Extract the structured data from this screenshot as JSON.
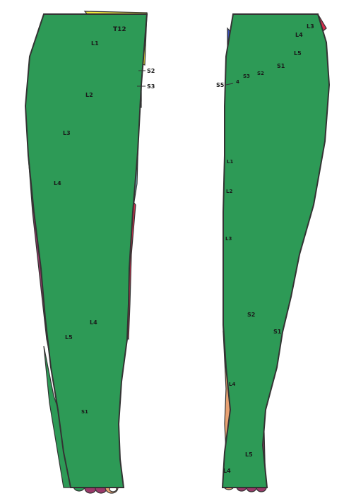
{
  "figure": {
    "colors": {
      "T12": "#efe53a",
      "L1": "#9cc33b",
      "L2": "#8fd0e2",
      "L3": "#d32f4e",
      "L4": "#e8a172",
      "L5": "#9a3a6a",
      "S1": "#2d9a56",
      "S2": "#3a4fb2",
      "S3": "#9d5f86",
      "S4": "#2b2b5e",
      "S5": "#3a3a6a",
      "outline": "#333333",
      "paper": "#fafafa"
    },
    "anterior_labels": {
      "t12": "T12",
      "l1": "L1",
      "l2": "L2",
      "l3": "L3",
      "l4_thigh": "L4",
      "l4_shin": "L4",
      "l5": "L5",
      "s2": "S2",
      "s3": "S3",
      "s1": "S1"
    },
    "posterior_labels": {
      "l3_top": "L3",
      "l4_top": "L4",
      "l5_top": "L5",
      "s1_top": "S1",
      "s2_top": "S2",
      "s3_top": "S3",
      "s4": "4",
      "s5": "S5",
      "l1": "L1",
      "l2": "L2",
      "l3_mid": "L3",
      "s2_calf": "S2",
      "s1_calf": "S1",
      "l4_ankle": "L4",
      "l4_foot": "L4",
      "l5_foot": "L5"
    }
  }
}
